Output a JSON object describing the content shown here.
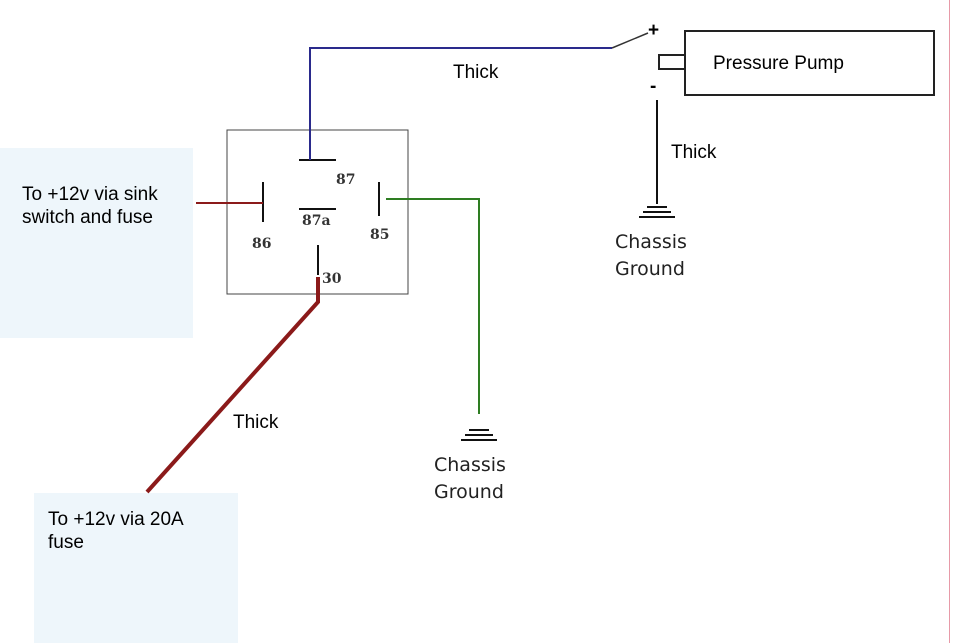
{
  "notes": {
    "sink_switch": "To +12v via sink\nswitch and fuse",
    "fuse_20a": "To +12v via 20A\nfuse"
  },
  "relay": {
    "pins": {
      "p87": "87",
      "p87a": "87a",
      "p85": "85",
      "p86": "86",
      "p30": "30"
    }
  },
  "pump": {
    "label": "Pressure Pump",
    "plus": "+",
    "minus": "-"
  },
  "wires": {
    "thick_top": "Thick",
    "thick_right": "Thick",
    "thick_bottom": "Thick"
  },
  "grounds": {
    "pump_ground_line1": "Chassis",
    "pump_ground_line2": "Ground",
    "relay_ground_line1": "Chassis",
    "relay_ground_line2": "Ground"
  },
  "colors": {
    "blue_wire": "#2a2a8c",
    "green_wire": "#2e7d22",
    "red_wire": "#8b1a1a",
    "panel": "#eef6fb"
  }
}
